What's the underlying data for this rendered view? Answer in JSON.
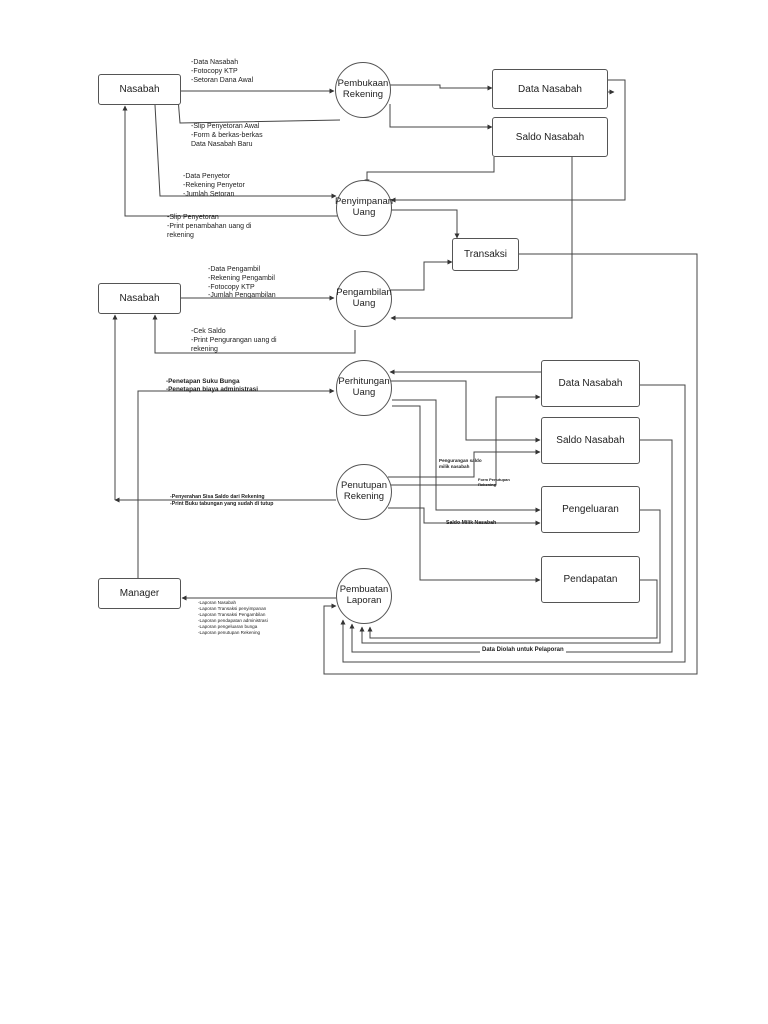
{
  "entities": {
    "nasabah_1": "Nasabah",
    "nasabah_2": "Nasabah",
    "manager": "Manager"
  },
  "processes": {
    "pembukaan_rekening": "Pembukaan\nRekening",
    "penyimpanan_uang": "Penyimpanan\nUang",
    "pengambilan_uang": "Pengambilan\nUang",
    "perhitungan_uang": "Perhitungan\nUang",
    "penutupan_rekening": "Penutupan\nRekening",
    "pembuatan_laporan": "Pembuatan\nLaporan"
  },
  "stores": {
    "data_nasabah_top": "Data Nasabah",
    "saldo_nasabah_top": "Saldo Nasabah",
    "transaksi": "Transaksi",
    "data_nasabah_bottom": "Data Nasabah",
    "saldo_nasabah_bottom": "Saldo Nasabah",
    "pengeluaran": "Pengeluaran",
    "pendapatan": "Pendapatan"
  },
  "flows": {
    "pembukaan_in": [
      "-Data Nasabah",
      "-Fotocopy KTP",
      "-Setoran Dana Awal"
    ],
    "pembukaan_out": [
      "-Slip Penyetoran Awal",
      "-Form & berkas-berkas",
      "Data Nasabah Baru"
    ],
    "penyimpanan_in": [
      "-Data Penyetor",
      "-Rekening Penyetor",
      "-Jumlah Setoran"
    ],
    "penyimpanan_out": [
      "-Slip Penyetoran",
      "-Print penambahan uang di",
      "rekening"
    ],
    "pengambilan_in": [
      "-Data Pengambil",
      "-Rekening Pengambil",
      "-Fotocopy KTP",
      "-Jumlah Pengambilan"
    ],
    "pengambilan_out": [
      "-Cek Saldo",
      "-Print Pengurangan uang di",
      "rekening"
    ],
    "perhitungan_in": [
      "-Penetapan Suku Bunga",
      "-Penetapan biaya administrasi"
    ],
    "penutupan_out": [
      "-Penyerahan Sisa Saldo dari Rekening",
      "-Print Buku tabungan yang sudah di tutup"
    ],
    "pengurangan_saldo": [
      "Pengurangan saldo",
      "milik nasabah"
    ],
    "form_penutupan": [
      "Form Penutupan",
      "Rekening"
    ],
    "saldo_milik": "Saldo Milik Nasabah",
    "laporan_list": [
      "-Laporan Nasabah",
      "-Laporan Transaksi penyimpanan",
      "-Laporan Transaksi Pengambilan",
      "-Laporan pendapatan administrasi",
      "-Laporan pengeluaran bunga",
      "-Laporan penutupan Rekening"
    ],
    "data_diolah": "Data Diolah untuk Pelaporan"
  }
}
